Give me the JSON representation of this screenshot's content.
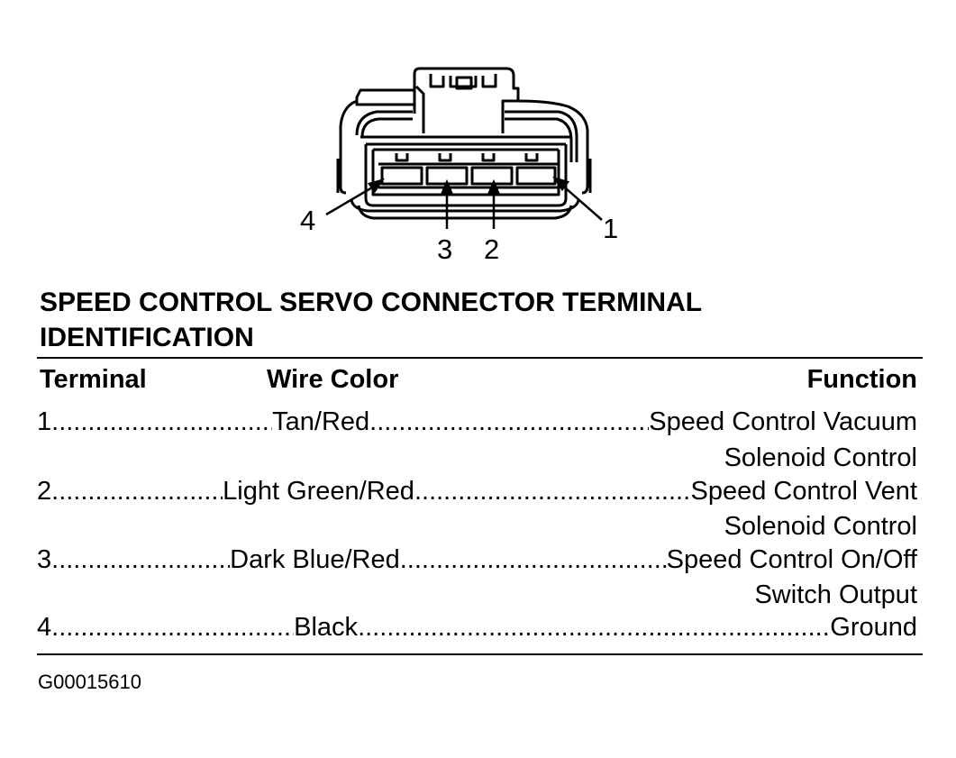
{
  "callouts": {
    "c1": "1",
    "c2": "2",
    "c3": "3",
    "c4": "4"
  },
  "title": "SPEED CONTROL SERVO CONNECTOR TERMINAL IDENTIFICATION",
  "table": {
    "headers": {
      "terminal": "Terminal",
      "wire_color": "Wire Color",
      "function": "Function"
    },
    "rows": [
      {
        "terminal": "1",
        "wire_color": "Tan/Red",
        "function": "Speed Control Vacuum",
        "function_cont": "Solenoid Control"
      },
      {
        "terminal": "2",
        "wire_color": "Light Green/Red",
        "function": "Speed Control Vent",
        "function_cont": "Solenoid Control"
      },
      {
        "terminal": "3",
        "wire_color": "Dark Blue/Red",
        "function": "Speed Control On/Off",
        "function_cont": "Switch Output"
      },
      {
        "terminal": "4",
        "wire_color": "Black",
        "function": "Ground",
        "function_cont": ""
      }
    ]
  },
  "figure_id": "G00015610"
}
